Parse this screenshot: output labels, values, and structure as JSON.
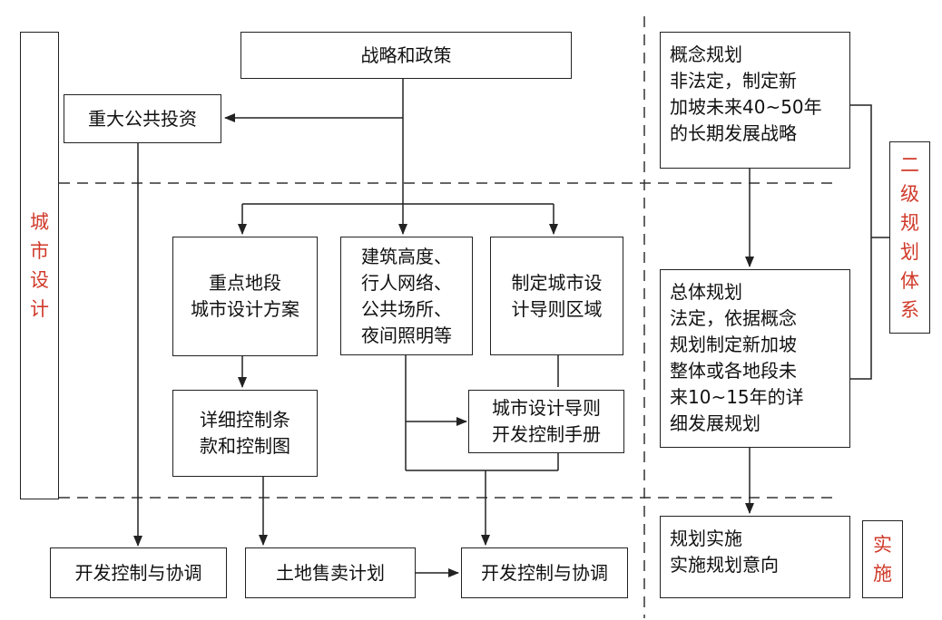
{
  "nodes": {
    "strategy": "战略和政策",
    "public_investment": "重大公共投资",
    "key_area_plan": [
      "重点地段",
      "城市设计方案"
    ],
    "building_elements": [
      "建筑高度、",
      "行人网络、",
      "公共场所、",
      "夜间照明等"
    ],
    "guideline_zones": [
      "制定城市设",
      "计导则区域"
    ],
    "detailed_control": [
      "详细控制条",
      "款和控制图"
    ],
    "guideline_manual": [
      "城市设计导则",
      "开发控制手册"
    ],
    "dev_control_left": "开发控制与协调",
    "land_sale_plan": "土地售卖计划",
    "dev_control_right": "开发控制与协调",
    "concept_plan": [
      "概念规划",
      "非法定，制定新",
      "加坡未来40~50年",
      "的长期发展战略"
    ],
    "master_plan": [
      "总体规划",
      "法定，依据概念",
      "规划制定新加坡",
      "整体或各地段未",
      "来10~15年的详",
      "细发展规划"
    ],
    "implementation": [
      "规划实施",
      "实施规划意向"
    ]
  },
  "side_labels": {
    "urban_design": [
      "城",
      "市",
      "设",
      "计"
    ],
    "two_level_system": [
      "二",
      "级",
      "规",
      "划",
      "体",
      "系"
    ],
    "implementation": [
      "实",
      "施"
    ]
  },
  "colors": {
    "line": "#222222",
    "accent_red": "#d03a2a"
  }
}
